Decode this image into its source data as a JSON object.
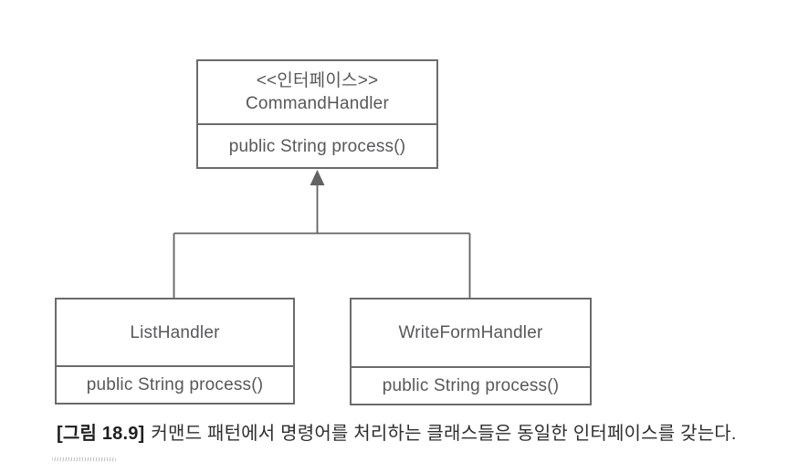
{
  "diagram": {
    "interface_box": {
      "stereotype": "<<인터페이스>>",
      "name": "CommandHandler",
      "method": "public String process()"
    },
    "subclasses": [
      {
        "name": "ListHandler",
        "method": "public String process()"
      },
      {
        "name": "WriteFormHandler",
        "method": "public String process()"
      }
    ],
    "relationship": "inheritance-arrow-up"
  },
  "caption": {
    "label": "[그림 18.9]",
    "text": "커맨드 패턴에서 명령어를 처리하는 클래스들은 동일한 인터페이스를 갖는다."
  },
  "colors": {
    "background": "#ffffff",
    "box_border": "#6b6b6b",
    "box_text": "#58585a",
    "connector": "#636363",
    "caption_text": "#2f2f2f"
  }
}
